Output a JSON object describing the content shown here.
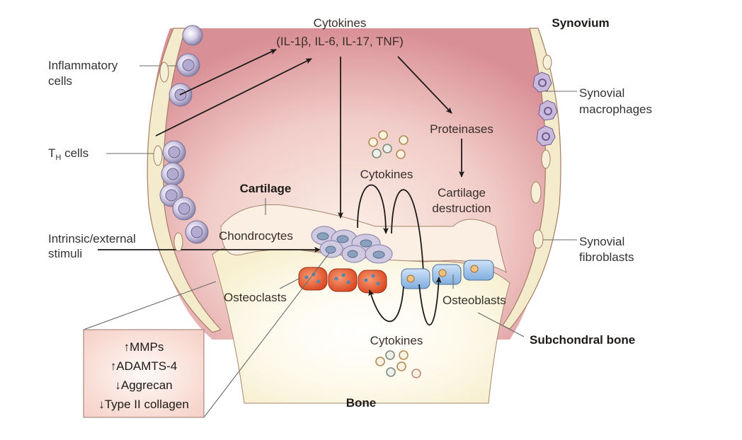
{
  "figure": {
    "title": "Joint pathology: cytokine interactions among synovium, cartilage and bone"
  },
  "labels": {
    "cytokines_top": "Cytokines",
    "cytokines_top_list": "(IL-1β, IL-6, IL-17, TNF)",
    "synovium": "Synovium",
    "inflammatory_cells_line1": "Inflammatory",
    "inflammatory_cells_line2": "cells",
    "th_cells_T": "T",
    "th_cells_sub": "H",
    "th_cells_rest": " cells",
    "synovial_macrophages_line1": "Synovial",
    "synovial_macrophages_line2": "macrophages",
    "proteinases": "Proteinases",
    "cytokines_mid": "Cytokines",
    "cartilage_destruction_line1": "Cartilage",
    "cartilage_destruction_line2": "destruction",
    "cartilage": "Cartilage",
    "chondrocytes": "Chondrocytes",
    "intrinsic_line1": "Intrinsic/external",
    "intrinsic_line2": "stimuli",
    "synovial_fibroblasts_line1": "Synovial",
    "synovial_fibroblasts_line2": "fibroblasts",
    "osteoclasts": "Osteoclasts",
    "osteoblasts": "Osteoblasts",
    "cytokines_bottom": "Cytokines",
    "subchondral_bone": "Subchondral bone",
    "bone": "Bone"
  },
  "inset_box": {
    "items": [
      {
        "direction": "up",
        "symbol": "↑",
        "text": "MMPs"
      },
      {
        "direction": "up",
        "symbol": "↑",
        "text": "ADAMTS-4"
      },
      {
        "direction": "down",
        "symbol": "↓",
        "text": "Aggrecan"
      },
      {
        "direction": "down",
        "symbol": "↓",
        "text": "Type II collagen"
      }
    ]
  },
  "colors": {
    "synovial_fluid": "#e7a9ad",
    "synovium_membrane": "#f3ebcb",
    "cartilage": "#fbeee2",
    "bone": "#fbf6df",
    "osteoclast": "#e4572e",
    "osteoblast": "#9cc2ea",
    "chondrocyte": "#cbc6dd",
    "inflammatory_cell": "#c9c3e0",
    "macrophage": "#b8a6cf",
    "inset_box": "#f8dcd4"
  }
}
